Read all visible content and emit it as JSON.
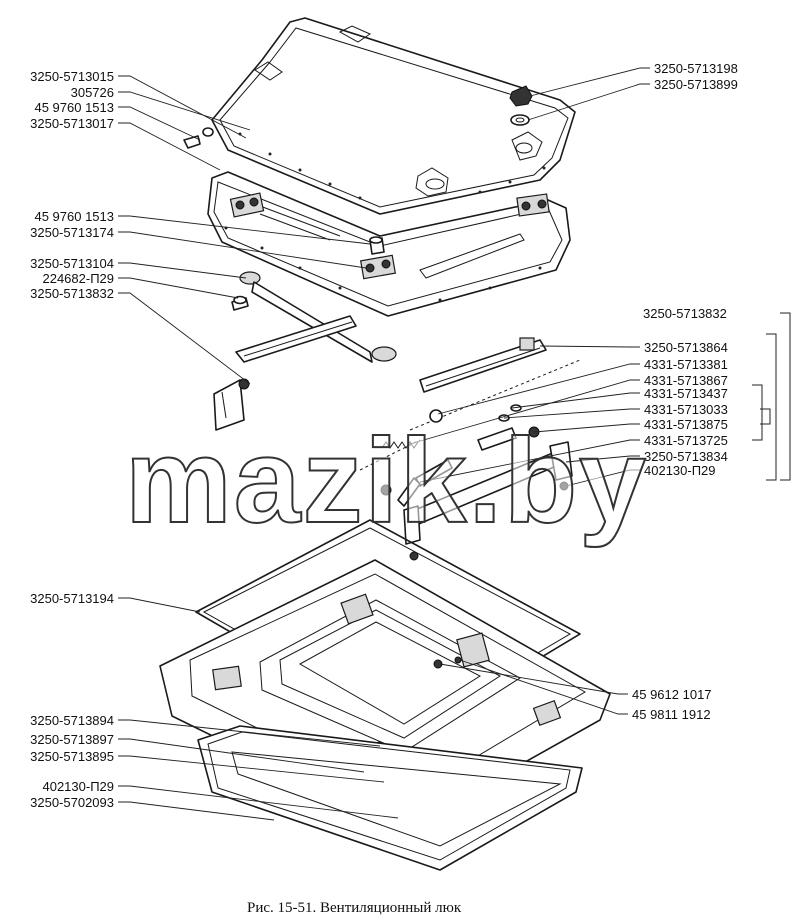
{
  "caption": "Рис. 15-51. Вентиляционный люк",
  "watermark": "mazik.by",
  "labels_left": [
    "3250-5713015",
    "305726",
    "45 9760 1513",
    "3250-5713017",
    "45 9760 1513",
    "3250-5713174",
    "3250-5713104",
    "224682-П29",
    "3250-5713832",
    "3250-5713194",
    "3250-5713894",
    "3250-5713897",
    "3250-5713895",
    "402130-П29",
    "3250-5702093"
  ],
  "labels_right": [
    "3250-5713198",
    "3250-5713899",
    "3250-5713832",
    "3250-5713864",
    "4331-5713381",
    "4331-5713867",
    "4331-5713437",
    "4331-5713033",
    "4331-5713875",
    "4331-5713725",
    "3250-5713834",
    "402130-П29",
    "45 9612 1017",
    "45 9811 1912"
  ]
}
